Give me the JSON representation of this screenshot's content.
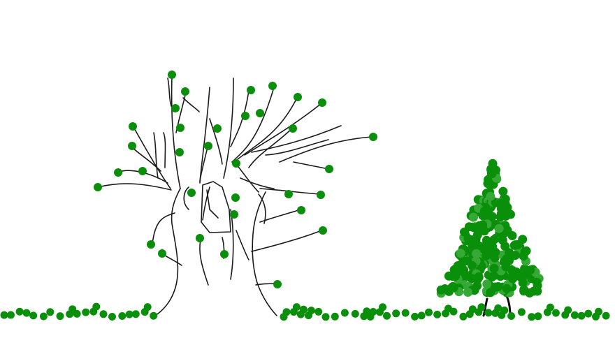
{
  "scene": {
    "background_color": "#ffffff",
    "leaf_color": "#0a8f0a",
    "leaf_color_light": "#35a835",
    "branch_color": "#1b1b1b",
    "objects": [
      "bare-tree",
      "pine-tree",
      "grass-row"
    ]
  }
}
